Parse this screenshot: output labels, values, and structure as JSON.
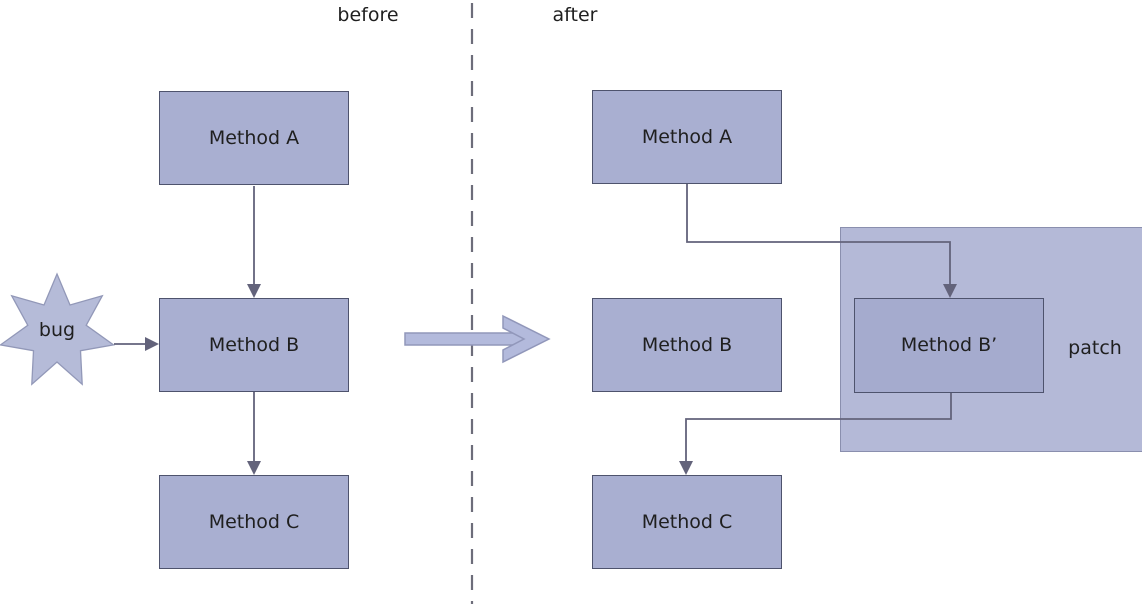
{
  "labels": {
    "before": "before",
    "after": "after"
  },
  "before_panel": {
    "method_a": "Method A",
    "method_b": "Method B",
    "method_c": "Method C",
    "bug": "bug"
  },
  "after_panel": {
    "method_a": "Method A",
    "method_b": "Method B",
    "method_c": "Method C",
    "method_b_patched": "Method B’",
    "patch": "patch"
  },
  "flow": {
    "before": [
      "Method A -> Method B",
      "Method B -> Method C",
      "bug -> Method B"
    ],
    "after": [
      "Method A -> Method B’",
      "Method B’ -> Method C",
      "Method B bypassed"
    ]
  },
  "colors": {
    "node_fill": "#a9afd1",
    "node_border": "#4e536d",
    "patch_fill": "#b4b9d7",
    "patch_border": "#8a8fae",
    "connector": "#63637b",
    "transform_arrow_fill": "#b3badc",
    "transform_arrow_border": "#9197ba",
    "star_fill": "#b5bbd8",
    "star_border": "#9298b8",
    "divider": "#6d6d7a",
    "text": "#1f1f1f"
  }
}
